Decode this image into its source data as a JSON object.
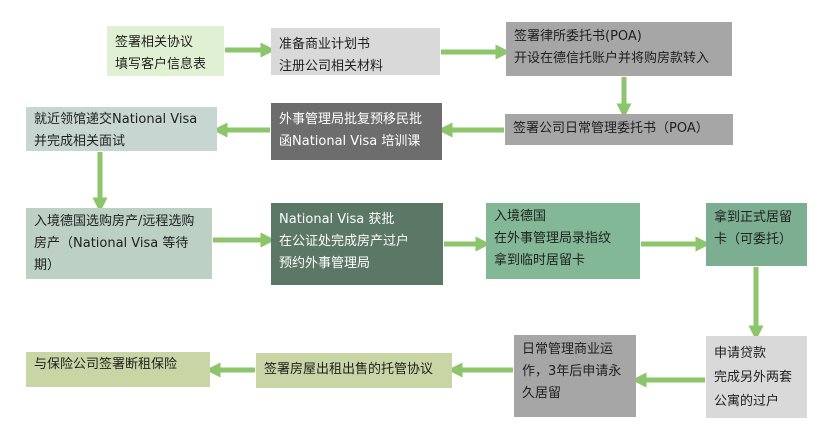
{
  "colors": {
    "arrow": "#8cc56b",
    "box_light_green": "#e0f0d2",
    "box_light_gray": "#d9d9d9",
    "box_gray": "#a6a6a6",
    "box_dark_gray": "#6d6d6d",
    "box_gray_green": "#c7d6d0",
    "box_sage": "#bcd0c4",
    "box_dark_green": "#5b7766",
    "box_mid_green": "#82b895",
    "box_teal": "#7cae92",
    "box_khaki": "#c8d6a6",
    "box_sea_green": "#6c9c82"
  },
  "steps": {
    "s1": {
      "lines": [
        "签署相关协议",
        "填写客户信息表"
      ]
    },
    "s2": {
      "lines": [
        "准备商业计划书",
        "注册公司相关材料"
      ]
    },
    "s3": {
      "lines": [
        "签署律所委托书(POA)",
        "开设在德信托账户并将购房款转入"
      ]
    },
    "s4": {
      "lines": [
        "签署公司日常管理委托书（POA）"
      ]
    },
    "s5": {
      "lines": [
        "外事管理局批复预移民批",
        "函National Visa 培训课"
      ]
    },
    "s6": {
      "lines": [
        "就近领馆递交National Visa",
        "并完成相关面试"
      ]
    },
    "s7": {
      "lines": [
        "入境德国选购房产/远程选购房产（National Visa 等待期）"
      ]
    },
    "s8": {
      "lines": [
        "National Visa 获批",
        "在公证处完成房产过户",
        "预约外事管理局"
      ]
    },
    "s9": {
      "lines": [
        "入境德国",
        "在外事管理局录指纹",
        "拿到临时居留卡"
      ]
    },
    "s10": {
      "lines": [
        "拿到正式居留卡（可委托）"
      ]
    },
    "s11": {
      "lines": [
        "申请贷款",
        "完成另外两套公寓的过户"
      ]
    },
    "s12": {
      "lines": [
        "日常管理商业运作，3年后申请永久居留"
      ]
    },
    "s13": {
      "lines": [
        "签署房屋出租出售的托管协议"
      ]
    },
    "s14": {
      "lines": [
        "与保险公司签署断租保险"
      ]
    }
  }
}
